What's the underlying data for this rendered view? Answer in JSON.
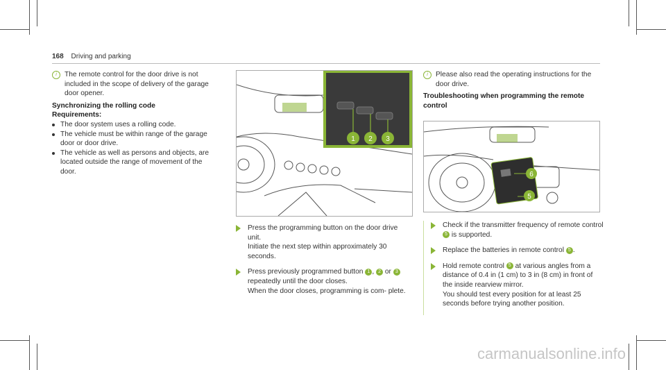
{
  "header": {
    "page_number": "168",
    "section": "Driving and parking"
  },
  "left": {
    "note": "The remote control for the door drive is not included in the scope of delivery of the garage door opener.",
    "heading1": "Synchronizing the rolling code",
    "heading2": "Requirements:",
    "requirements": [
      "The door system uses a rolling code.",
      "The vehicle must be within range of the garage door or door drive.",
      "The vehicle as well as persons and objects, are located outside the range of movement of the door."
    ]
  },
  "middle": {
    "step1": {
      "line1": "Press the programming button on the door drive unit.",
      "line2": "Initiate the next step within approximately 30 seconds."
    },
    "step2": {
      "pre": "Press previously programmed button",
      "sep": ",",
      "or": "or",
      "post": "repeatedly until the door closes.",
      "line2": "When the door closes, programming is com- plete."
    },
    "callouts": [
      "1",
      "2",
      "3"
    ]
  },
  "right": {
    "note": "Please also read the operating instructions for the door drive.",
    "heading": "Troubleshooting when programming the remote control",
    "step1": {
      "pre": "Check if the transmitter frequency of remote control",
      "post": "is supported."
    },
    "step2": {
      "pre": "Replace the batteries in remote control",
      "post": "."
    },
    "step3": {
      "pre": "Hold remote control",
      "post": "at various angles from a distance of 0.4 in (1 cm) to 3 in (8 cm) in front of the inside rearview mirror.",
      "line2": "You should test every position for at least 25 seconds before trying another position."
    },
    "callouts": [
      "5",
      "6"
    ]
  },
  "watermark": "carmanualsonline.info",
  "colors": {
    "accent": "#8ab536"
  }
}
